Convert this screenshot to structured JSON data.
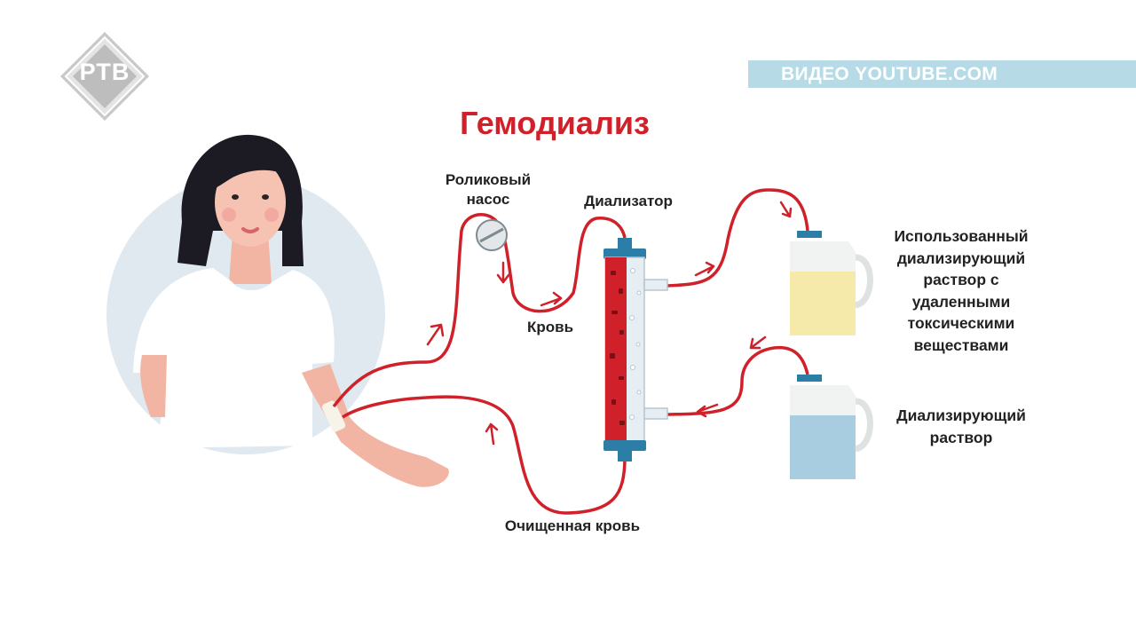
{
  "logo": {
    "text": "РТВ"
  },
  "banner": {
    "text": "ВИДЕО YOUTUBE.COM"
  },
  "title": "Гемодиализ",
  "labels": {
    "pump": "Роликовый насос",
    "dialyzer": "Диализатор",
    "blood": "Кровь",
    "clean_blood": "Очищенная кровь",
    "used_solution": "Использованный диализирующий раствор с удаленными токсическими веществами",
    "fresh_solution": "Диализирующий раствор"
  },
  "colors": {
    "tube": "#d0212a",
    "title": "#d0212a",
    "banner": "#b6dbe7",
    "dialyzer_cap": "#2b7fa7",
    "used_fluid": "#f6eaaa",
    "fresh_fluid": "#a8cde0",
    "circle": "#dfe9ef"
  }
}
